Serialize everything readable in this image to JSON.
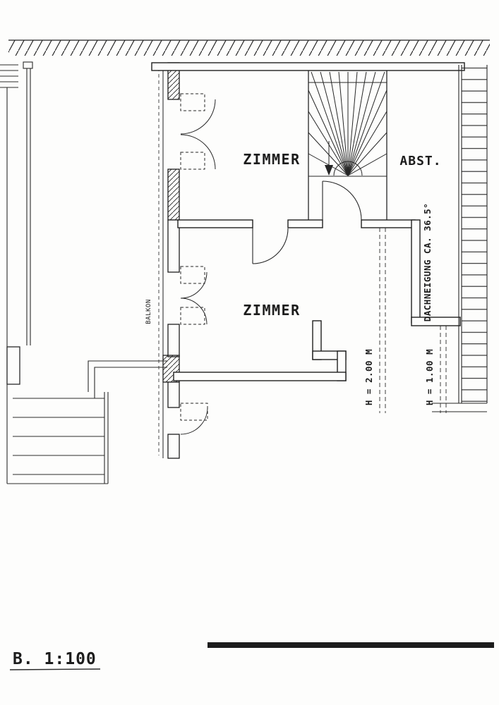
{
  "labels": {
    "room_top": "ZIMMER",
    "room_storage": "ABST.",
    "room_bottom": "ZIMMER",
    "roof_pitch": "DACHNEIGUNG CA. 36.5°",
    "height_left": "H = 2.00 M",
    "height_right": "H = 1.00 M",
    "balcony": "BALKON",
    "scale": "B. 1:100"
  },
  "colors": {
    "ink": "#1c1c1c",
    "paper": "#fdfdfc"
  }
}
